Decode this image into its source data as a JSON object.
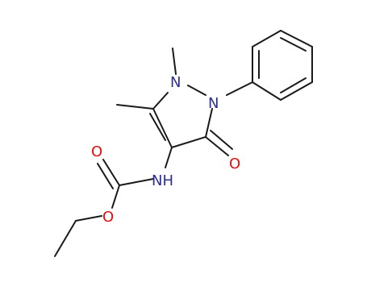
{
  "colors": {
    "carbon": "#1a1a1a",
    "nitrogen": "#2d2d96",
    "oxygen": "#e01010",
    "background": "#ffffff"
  },
  "atoms": {
    "n1": "N",
    "n2": "N",
    "o_carbonyl_ring": "O",
    "nh": "NH",
    "o_carbamate_double": "O",
    "o_carbamate_ester": "O"
  }
}
